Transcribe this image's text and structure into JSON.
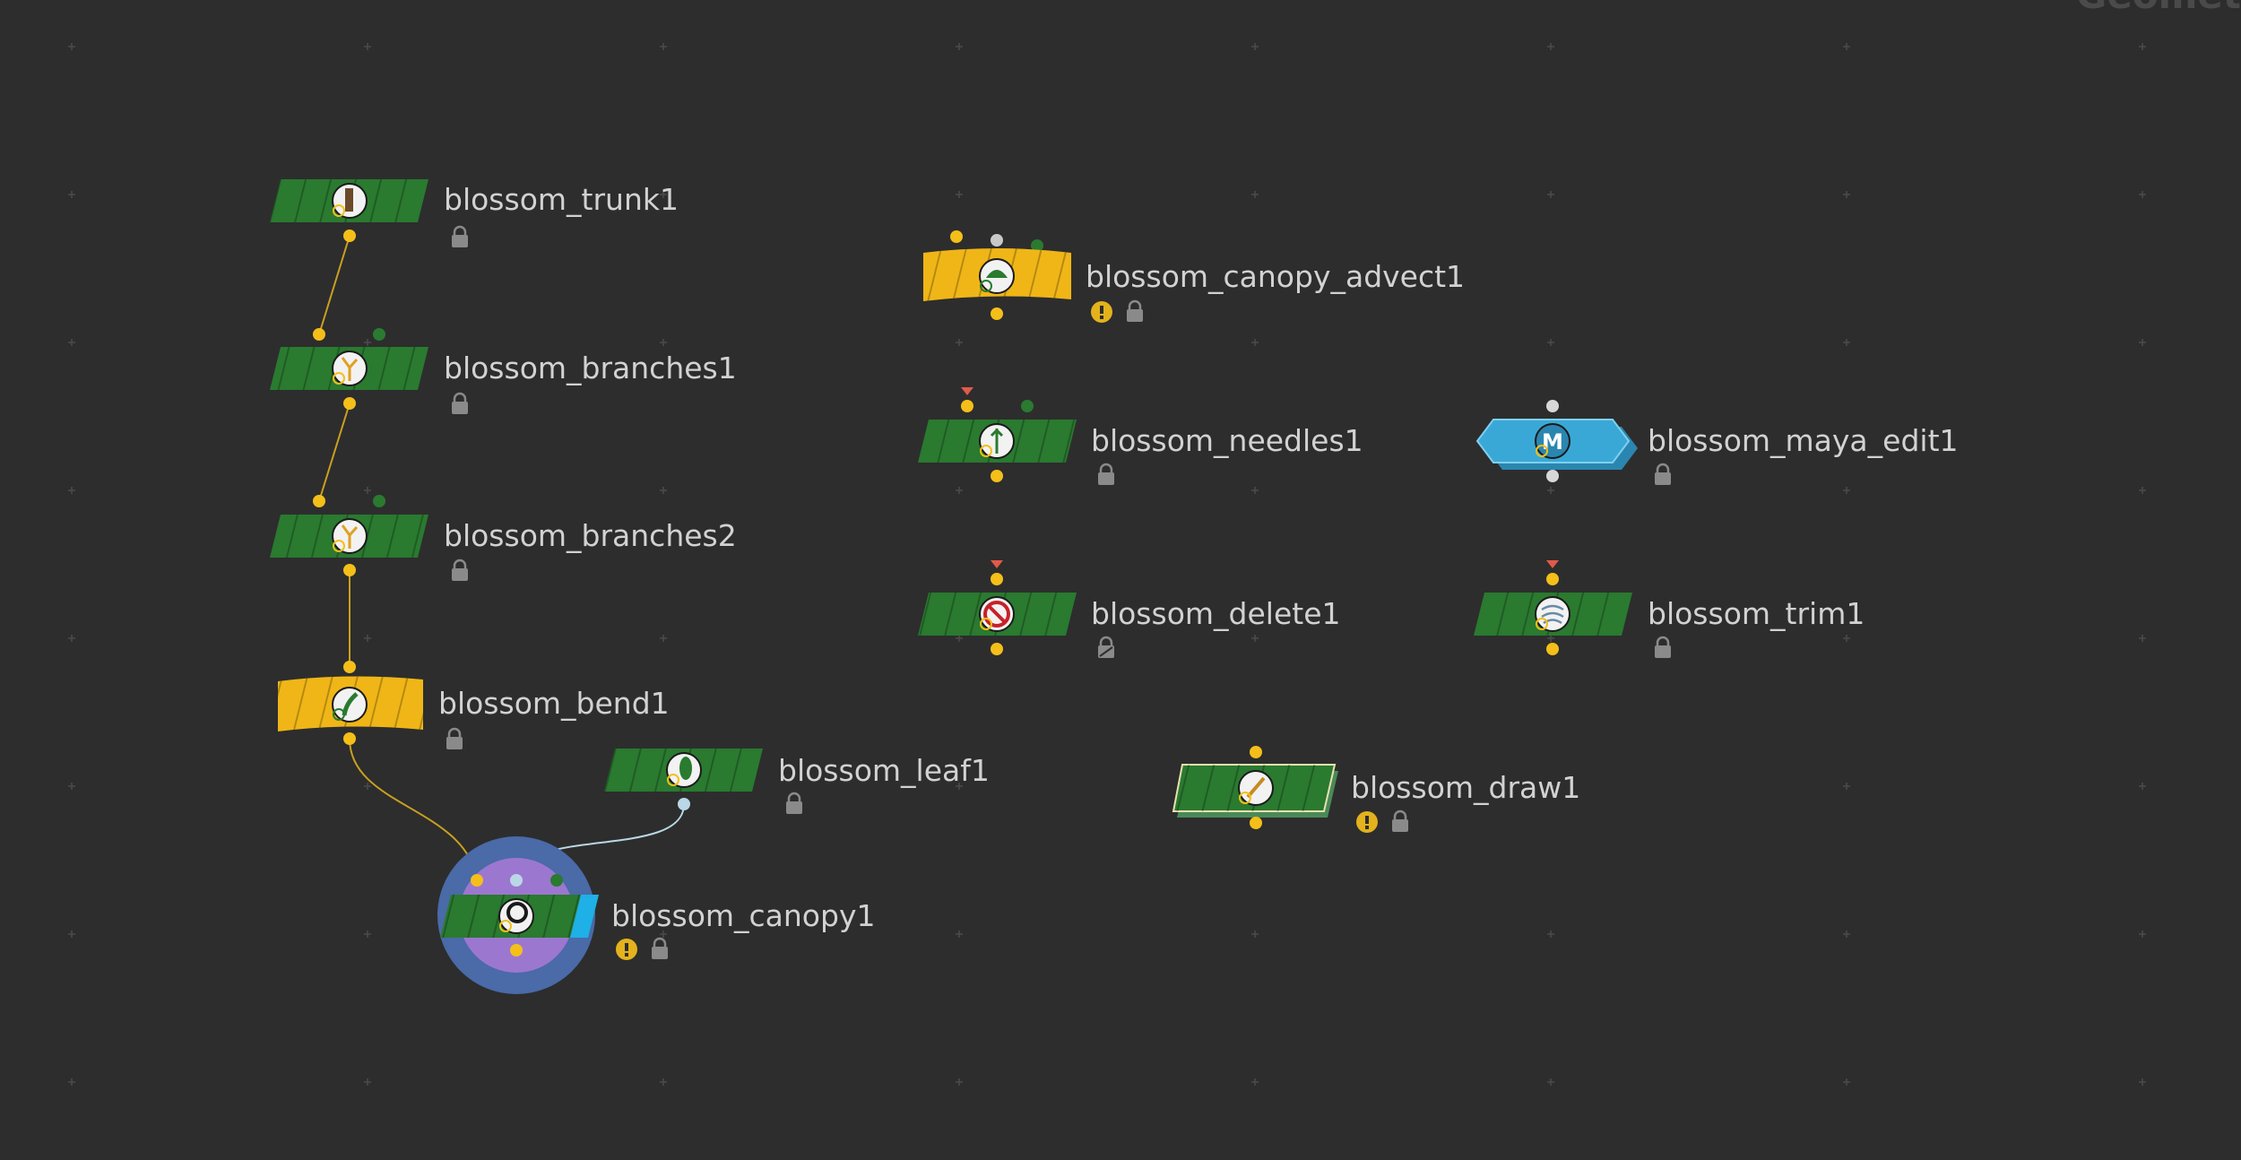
{
  "network": {
    "context_label": "Geomet",
    "colors": {
      "background": "#2d2d2d",
      "node_green": "#2a7a30",
      "node_yellow": "#f0b617",
      "node_blue": "#3aa8d6",
      "connector": "#f5bf1a",
      "wire": "#c9a020",
      "flag_red": "#e05a4a",
      "lock": "#8a8a8a"
    },
    "nodes": [
      {
        "id": "trunk",
        "label": "blossom_trunk1",
        "icon": "trunk-icon"
      },
      {
        "id": "branches1",
        "label": "blossom_branches1",
        "icon": "branches-icon"
      },
      {
        "id": "branches2",
        "label": "blossom_branches2",
        "icon": "branches-icon"
      },
      {
        "id": "bend",
        "label": "blossom_bend1",
        "icon": "bend-icon"
      },
      {
        "id": "leaf",
        "label": "blossom_leaf1",
        "icon": "leaf-icon"
      },
      {
        "id": "canopy",
        "label": "blossom_canopy1",
        "icon": "canopy-icon"
      },
      {
        "id": "canopy_advect",
        "label": "blossom_canopy_advect1",
        "icon": "advect-icon"
      },
      {
        "id": "needles",
        "label": "blossom_needles1",
        "icon": "needles-icon"
      },
      {
        "id": "maya_edit",
        "label": "blossom_maya_edit1",
        "icon": "maya-icon",
        "icon_text": "M"
      },
      {
        "id": "delete",
        "label": "blossom_delete1",
        "icon": "delete-icon"
      },
      {
        "id": "trim",
        "label": "blossom_trim1",
        "icon": "trim-icon"
      },
      {
        "id": "draw",
        "label": "blossom_draw1",
        "icon": "draw-icon"
      }
    ]
  }
}
